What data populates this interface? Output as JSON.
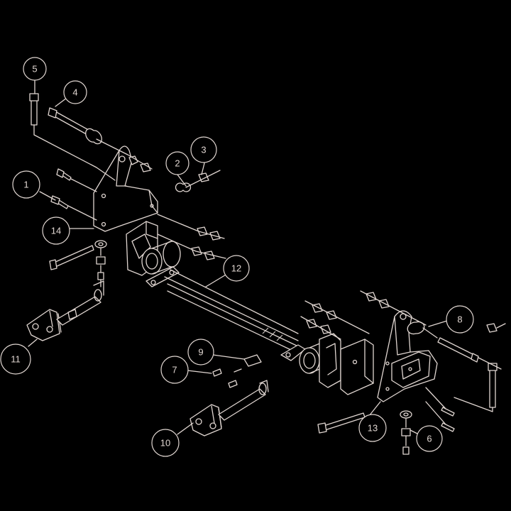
{
  "colors": {
    "background": "#000000",
    "line": "#e0d6d1"
  },
  "callouts": [
    "1",
    "2",
    "3",
    "4",
    "5",
    "6",
    "7",
    "8",
    "9",
    "10",
    "11",
    "12",
    "13",
    "14"
  ]
}
